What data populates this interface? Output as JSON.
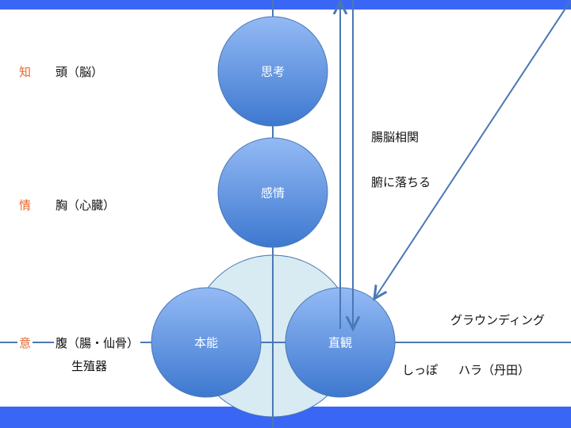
{
  "colors": {
    "bar": "#3a66f6",
    "circle_top": "#8fb6f3",
    "circle_bottom": "#3f7ad0",
    "halo": "#d8ebf2",
    "line": "#4a78b5",
    "accent": "#e8672a"
  },
  "left_labels": [
    {
      "kanji": "知",
      "text": "頭（脳）"
    },
    {
      "kanji": "情",
      "text": "胸（心臓）"
    },
    {
      "kanji": "意",
      "text": "腹（腸・仙骨）"
    }
  ],
  "left_sub": "生殖器",
  "circles": {
    "thinking": "思考",
    "emotion": "感情",
    "instinct": "本能",
    "intuition": "直観"
  },
  "right_labels": {
    "gut_brain": "腸脳相関",
    "fall_into_gut": "腑に落ちる",
    "grounding": "グラウンディング",
    "tail": "しっぽ",
    "hara": "ハラ（丹田）"
  }
}
